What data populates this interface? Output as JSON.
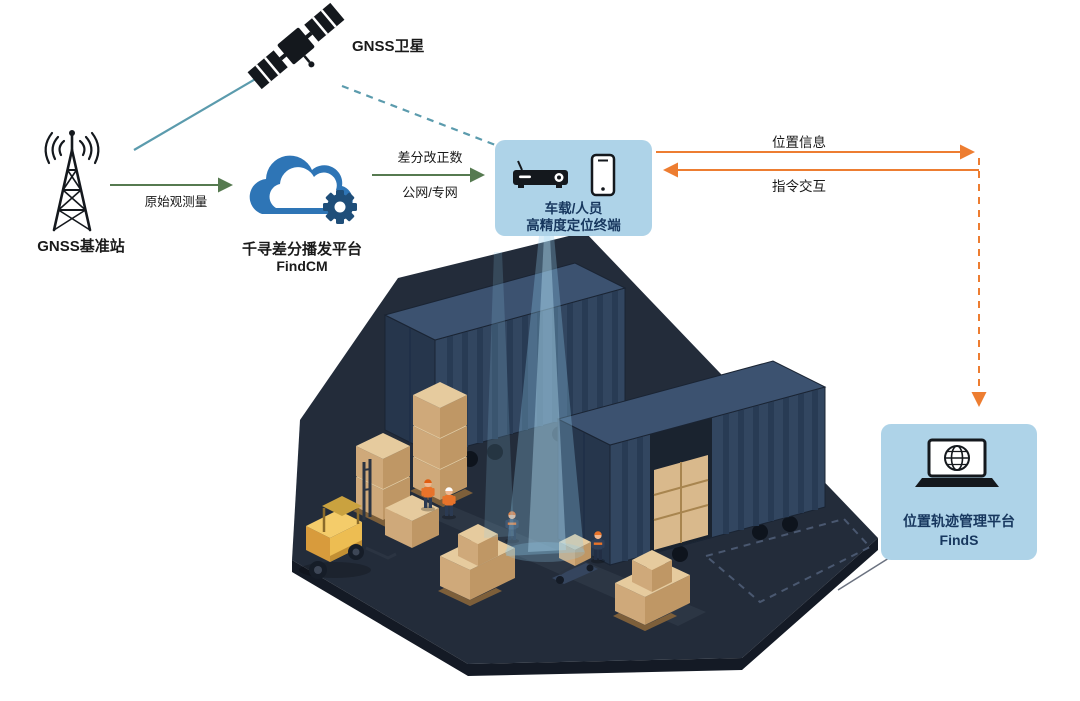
{
  "diagram": {
    "satellite": {
      "label": "GNSS卫星",
      "icon": "satellite-icon"
    },
    "base_station": {
      "label": "GNSS基准站",
      "icon": "radio-tower-icon"
    },
    "cloud_platform": {
      "title": "千寻差分播发平台",
      "subtitle": "FindCM",
      "icon": "cloud-gear-icon"
    },
    "terminal": {
      "line1": "车载/人员",
      "line2": "高精度定位终端",
      "icons": [
        "vehicle-terminal-icon",
        "smartphone-icon"
      ]
    },
    "management_platform": {
      "title": "位置轨迹管理平台",
      "subtitle": "FindS",
      "icon": "laptop-globe-icon"
    },
    "links": {
      "satellite_to_base": {
        "style": "solid-teal-line"
      },
      "satellite_to_terminal": {
        "style": "dashed-teal-line"
      },
      "raw_observation": {
        "label": "原始观测量",
        "style": "green-arrow"
      },
      "corrections": {
        "label_line1": "差分改正数",
        "label_line2": "公网/专网",
        "style": "green-arrow"
      },
      "position_info": {
        "label": "位置信息",
        "style": "orange-arrow"
      },
      "command_interaction": {
        "label": "指令交互",
        "style": "orange-arrow"
      }
    },
    "colors": {
      "node_fill": "#aed3e8",
      "text_dark_navy": "#17375e",
      "arrow_green": "#567a50",
      "arrow_orange": "#ed7d31",
      "line_teal": "#5b9bad",
      "cloud_blue": "#2e75b6",
      "gear_blue": "#1f4e79",
      "warehouse_floor": "#232c3a",
      "container_blue": "#324660",
      "carton_tan": "#cfa97a",
      "forklift_yellow": "#edbd52",
      "beam_blue": "#8ecbec",
      "vest_orange": "#e8732a"
    }
  }
}
